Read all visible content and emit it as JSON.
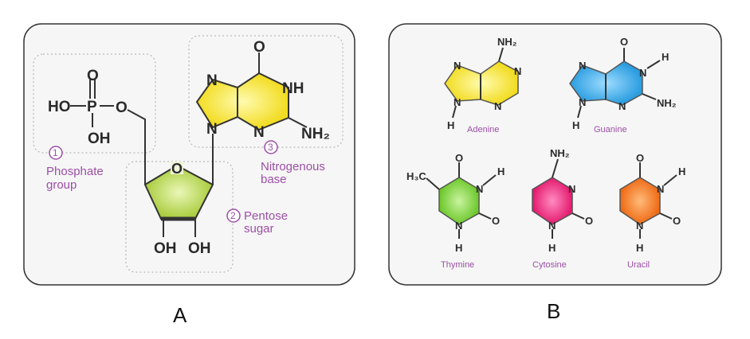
{
  "panel_a": {
    "caption": "A",
    "phosphate": {
      "num": "1",
      "label1": "Phosphate",
      "label2": "group",
      "atoms": [
        "O",
        "HO",
        "P",
        "O",
        "OH"
      ]
    },
    "sugar": {
      "num": "2",
      "label1": "Pentose",
      "label2": "sugar",
      "atoms": [
        "O",
        "OH",
        "OH"
      ]
    },
    "base": {
      "num": "3",
      "label1": "Nitrogenous",
      "label2": "base",
      "atoms": [
        "O",
        "N",
        "NH",
        "N",
        "N",
        "NH₂"
      ]
    }
  },
  "panel_b": {
    "caption": "B",
    "adenine": {
      "name": "Adenine",
      "atoms": [
        "NH₂",
        "N",
        "N",
        "N",
        "N",
        "H"
      ]
    },
    "guanine": {
      "name": "Guanine",
      "atoms": [
        "O",
        "N",
        "H",
        "N",
        "N",
        "N",
        "NH₂",
        "H"
      ]
    },
    "thymine": {
      "name": "Thymine",
      "atoms": [
        "O",
        "H₃C",
        "N",
        "H",
        "O",
        "N",
        "H"
      ]
    },
    "cytosine": {
      "name": "Cytosine",
      "atoms": [
        "NH₂",
        "N",
        "O",
        "N",
        "H"
      ]
    },
    "uracil": {
      "name": "Uracil",
      "atoms": [
        "O",
        "N",
        "H",
        "O",
        "N",
        "H"
      ]
    }
  },
  "colors": {
    "label": "#9b4fa6",
    "purine_a": "#f5e43a",
    "guanine": "#3aa8e8",
    "thymine": "#7ed23a",
    "cytosine": "#ec2a7a",
    "uracil": "#f07a22",
    "ribose": "#b8d855"
  }
}
